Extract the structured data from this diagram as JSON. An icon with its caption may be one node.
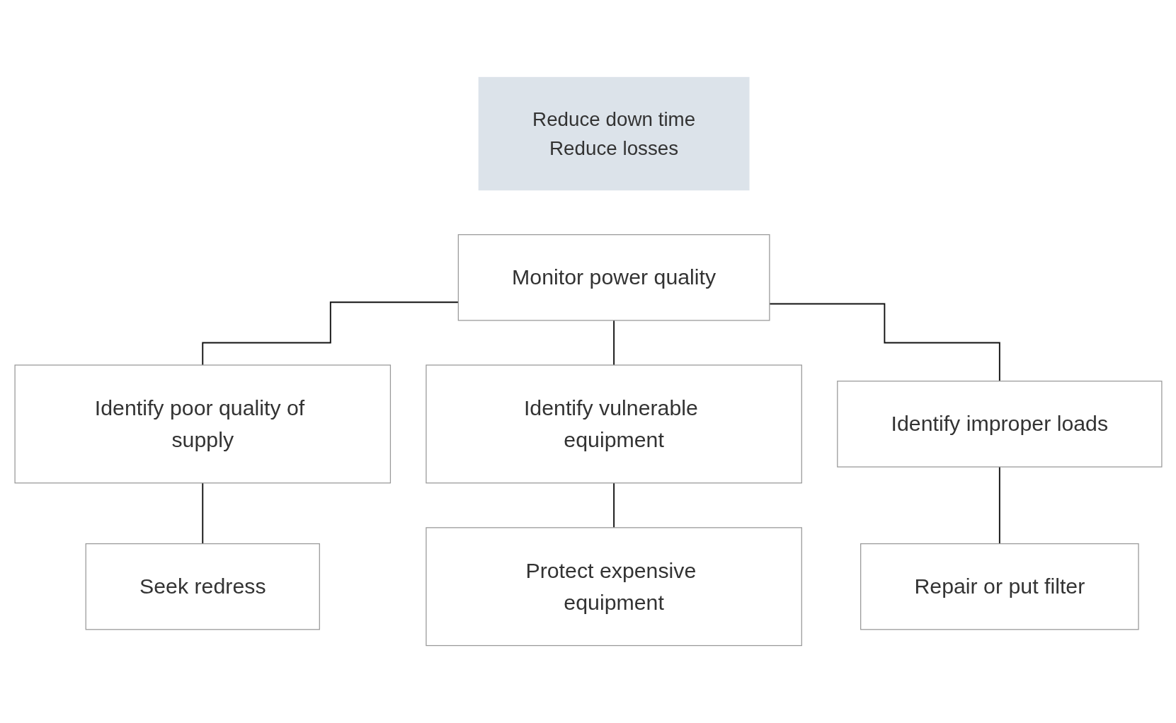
{
  "diagram": {
    "nodes": [
      {
        "text": [
          "Reduce down time",
          "Reduce losses"
        ]
      },
      {
        "text": [
          "Monitor power quality"
        ]
      },
      {
        "text": [
          "Identify poor quality of supply"
        ]
      },
      {
        "text": [
          "Identify vulnerable equipment"
        ]
      },
      {
        "text": [
          "Identify improper loads"
        ]
      },
      {
        "text": [
          "Seek redress"
        ]
      },
      {
        "text": [
          "Protect expensive equipment"
        ]
      },
      {
        "text": [
          "Repair or put filter"
        ]
      }
    ],
    "edges": [
      {
        "from": 1,
        "to": 2,
        "arrow": "none"
      },
      {
        "from": 1,
        "to": 3,
        "arrow": "none"
      },
      {
        "from": 1,
        "to": 4,
        "arrow": "none"
      },
      {
        "from": 2,
        "to": 5,
        "arrow": "none"
      },
      {
        "from": 3,
        "to": 6,
        "arrow": "none"
      },
      {
        "from": 4,
        "to": 7,
        "arrow": "none"
      }
    ]
  }
}
